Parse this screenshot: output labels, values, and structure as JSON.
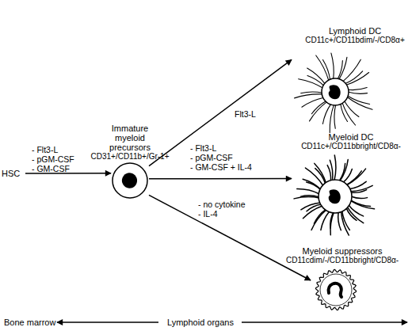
{
  "diagram": {
    "nodes": [
      {
        "text": [
          "HSC"
        ]
      },
      {
        "text": [
          "Immature myeloid precursors",
          "CD31+/CD11b+/Gr-1+"
        ]
      },
      {
        "text": [
          "Lymphoid DC",
          "CD11c+/CD11bdim/-/CD8α+"
        ]
      },
      {
        "text": [
          "Myeloid DC",
          "CD11c+/CD11bbright/CD8α-"
        ]
      },
      {
        "text": [
          "Myeloid suppressors",
          "CD11cdim/-/CD11bbright/CD8α-"
        ]
      }
    ],
    "edges": [
      {
        "from": 0,
        "to": 1,
        "arrow": "to"
      },
      {
        "from": 1,
        "to": 2,
        "label": "Flt3-L",
        "arrow": "to"
      },
      {
        "from": 1,
        "to": 3,
        "arrow": "to"
      },
      {
        "from": 1,
        "to": 4,
        "arrow": "to"
      }
    ],
    "labels": [
      "- Flt3-L",
      "- pGM-CSF",
      "- GM-CSF",
      "- Flt3-L",
      "- pGM-CSF",
      "- GM-CSF + IL-4",
      "- no cytokine",
      "- IL-4",
      "Bone marrow",
      "Lymphoid organs"
    ]
  }
}
